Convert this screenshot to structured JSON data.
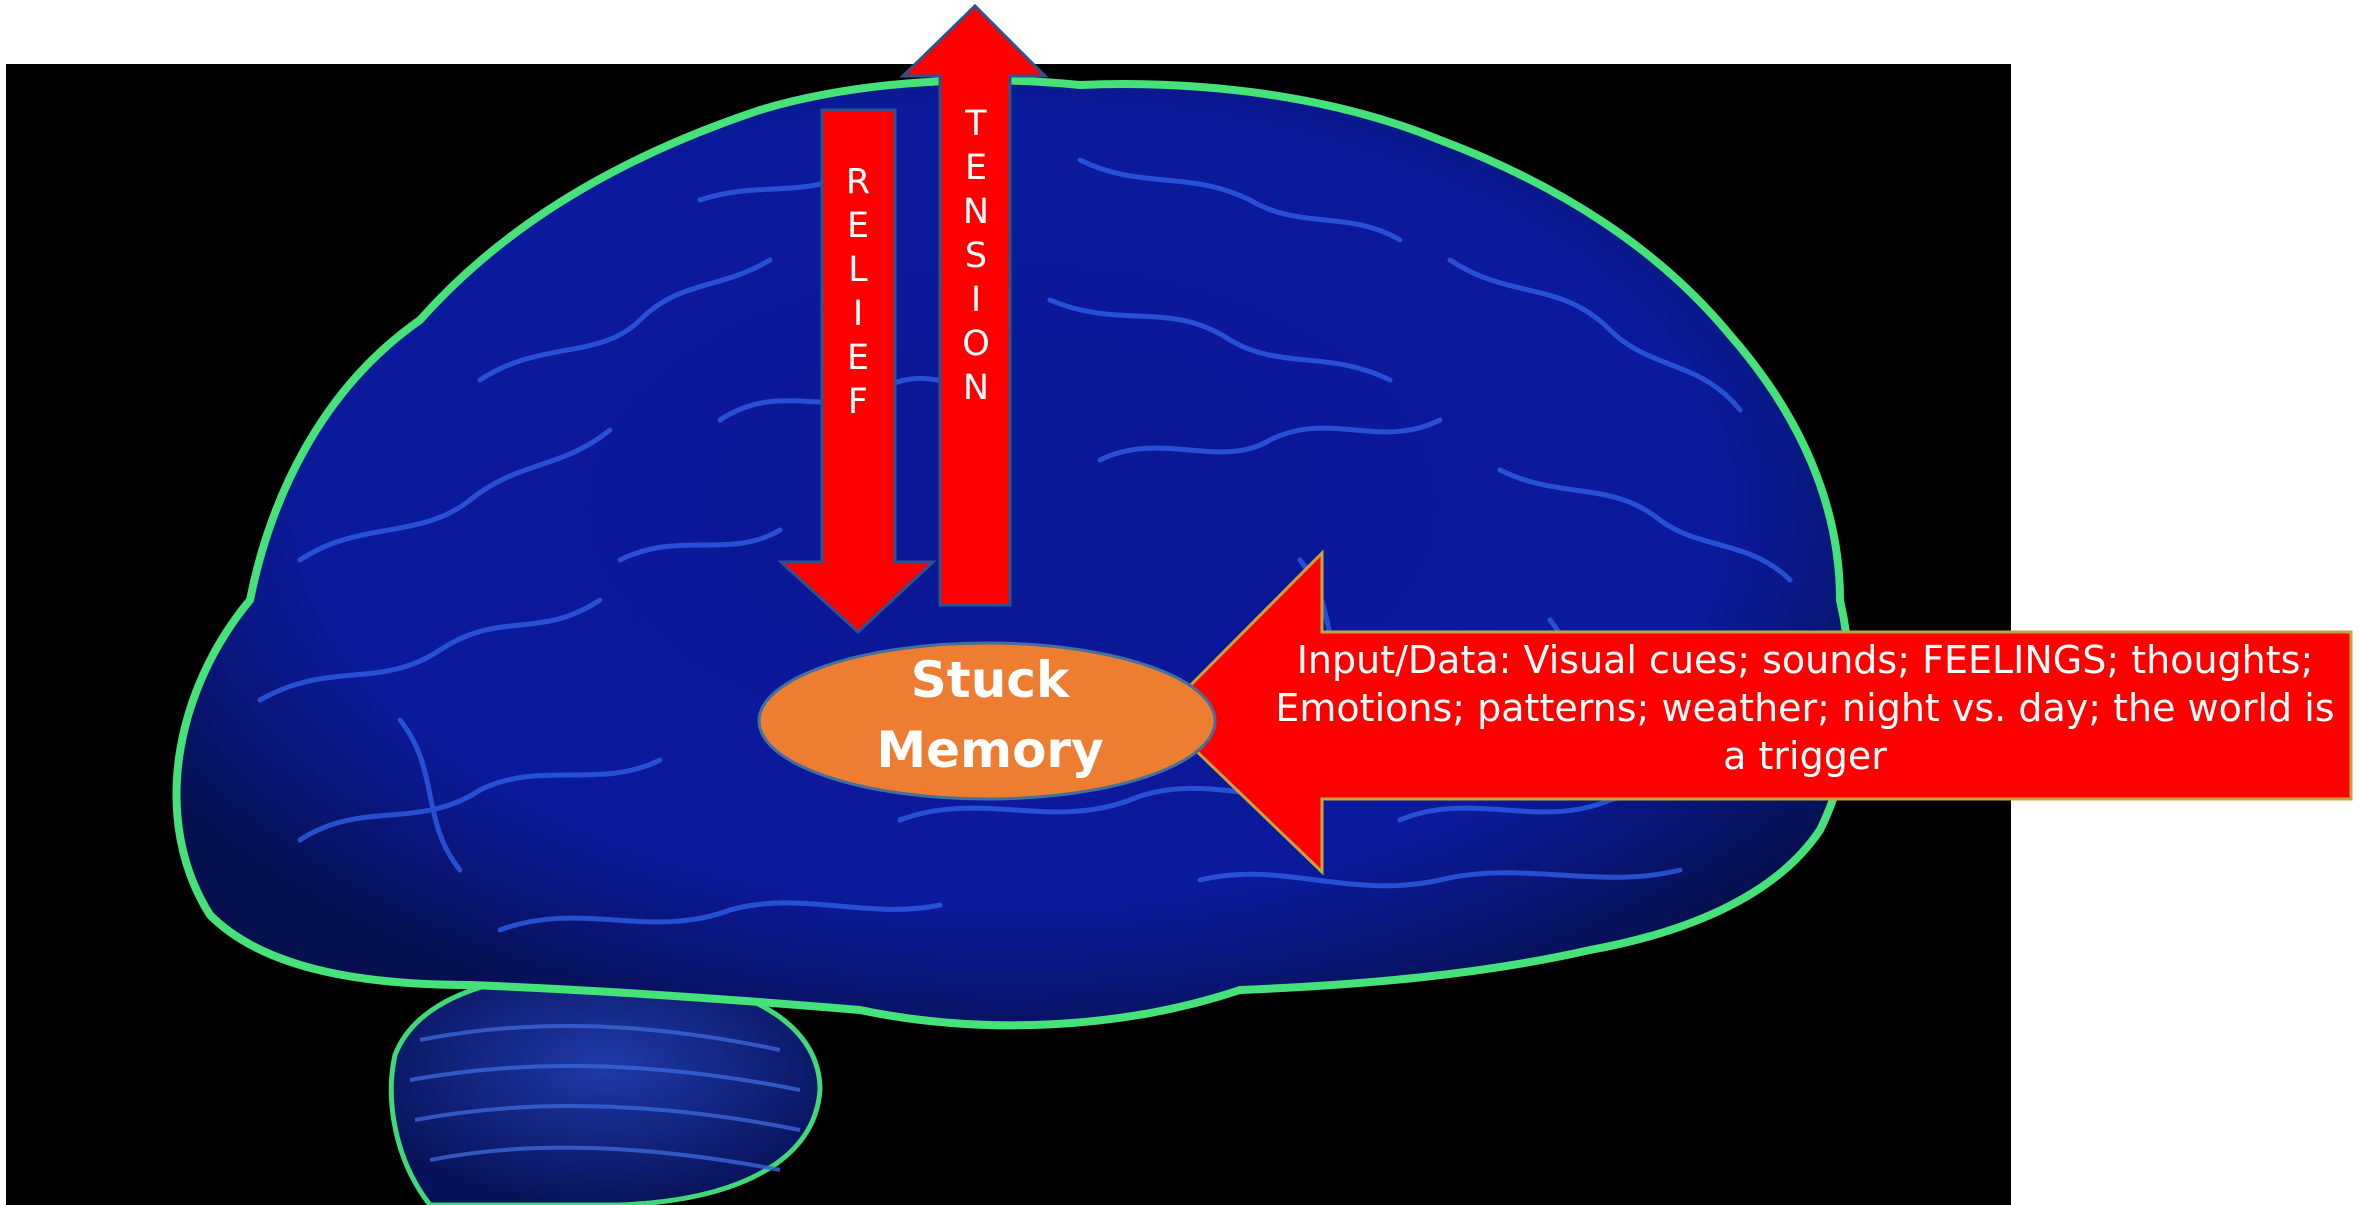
{
  "diagram": {
    "relief_letters": [
      "R",
      "E",
      "L",
      "I",
      "E",
      "F"
    ],
    "tension_letters": [
      "T",
      "E",
      "N",
      "S",
      "I",
      "O",
      "N"
    ],
    "memory": {
      "line1": "Stuck",
      "line2": "Memory"
    },
    "input_text": "Input/Data: Visual cues; sounds; FEELINGS; thoughts; Emotions; patterns; weather; night vs. day; the world is a trigger"
  },
  "colors": {
    "arrow": "#ff0000",
    "arrow_outline": "#2f528f",
    "memory_fill": "#ed7d31",
    "memory_outline": "#41719c",
    "background": "#000000",
    "brain": "#0a1a9e",
    "brain_edge": "#3fe070",
    "text": "#ffffff"
  }
}
